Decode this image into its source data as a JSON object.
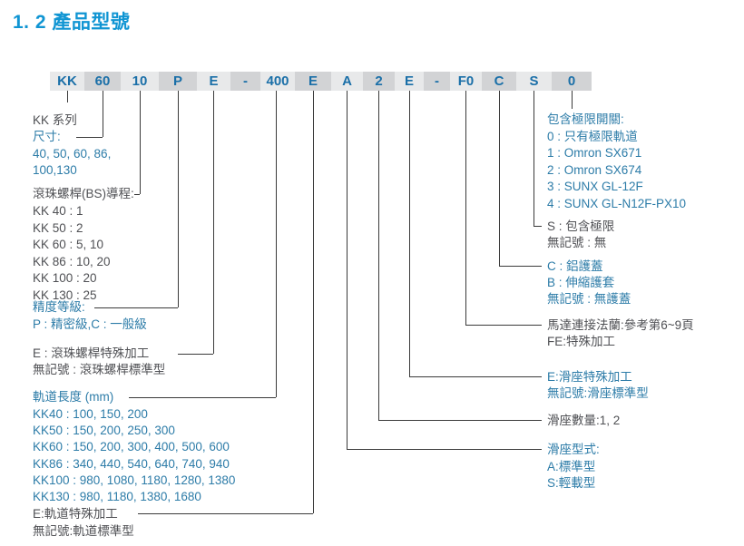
{
  "page_title": "1. 2 產品型號",
  "colors": {
    "title": "#1095d3",
    "code_text": "#1a6fa8",
    "blue_text": "#2d7ca8",
    "dark_text": "#4f5054",
    "cell_light": "#e8e9ea",
    "cell_dark": "#d2d3d5",
    "line": "#3a3a3a"
  },
  "model_code": {
    "segments": [
      {
        "text": "KK",
        "shade": "light"
      },
      {
        "text": "60",
        "shade": "dark"
      },
      {
        "text": "10",
        "shade": "light"
      },
      {
        "text": "P",
        "shade": "dark"
      },
      {
        "text": "E",
        "shade": "light"
      },
      {
        "text": "-",
        "shade": "dark"
      },
      {
        "text": "400",
        "shade": "light"
      },
      {
        "text": "E",
        "shade": "dark"
      },
      {
        "text": "A",
        "shade": "light"
      },
      {
        "text": "2",
        "shade": "dark"
      },
      {
        "text": "E",
        "shade": "light"
      },
      {
        "text": "-",
        "shade": "dark"
      },
      {
        "text": "F0",
        "shade": "light"
      },
      {
        "text": "C",
        "shade": "dark"
      },
      {
        "text": "S",
        "shade": "light"
      },
      {
        "text": "0",
        "shade": "dark"
      }
    ]
  },
  "annotations_left": [
    {
      "text": "KK 系列",
      "color": "dark"
    },
    {
      "text": "尺寸:",
      "color": "blue"
    },
    {
      "text": "40, 50, 60, 86,",
      "color": "blue"
    },
    {
      "text": "100,130",
      "color": "blue"
    },
    {
      "text": "滾珠螺桿(BS)導程:",
      "color": "dark"
    },
    {
      "text": "KK 40 : 1",
      "color": "dark"
    },
    {
      "text": "KK 50 : 2",
      "color": "dark"
    },
    {
      "text": "KK 60 : 5, 10",
      "color": "dark"
    },
    {
      "text": "KK 86 : 10, 20",
      "color": "dark"
    },
    {
      "text": "KK 100 : 20",
      "color": "dark"
    },
    {
      "text": "KK 130 : 25",
      "color": "dark"
    },
    {
      "text": "精度等級:",
      "color": "blue"
    },
    {
      "text": "P : 精密級,C : 一般級",
      "color": "blue"
    },
    {
      "text": "E : 滾珠螺桿特殊加工",
      "color": "dark"
    },
    {
      "text": "無記號 : 滾珠螺桿標準型",
      "color": "dark"
    },
    {
      "text": "軌道長度 (mm)",
      "color": "blue"
    },
    {
      "text": "KK40 : 100, 150, 200",
      "color": "blue"
    },
    {
      "text": "KK50 : 150, 200, 250, 300",
      "color": "blue"
    },
    {
      "text": "KK60 : 150, 200, 300, 400, 500, 600",
      "color": "blue"
    },
    {
      "text": "KK86 : 340, 440, 540, 640, 740, 940",
      "color": "blue"
    },
    {
      "text": "KK100 : 980, 1080, 1180, 1280, 1380",
      "color": "blue"
    },
    {
      "text": "KK130 : 980, 1180, 1380, 1680",
      "color": "blue"
    },
    {
      "text": "E:軌道特殊加工",
      "color": "dark"
    },
    {
      "text": "無記號:軌道標準型",
      "color": "dark"
    }
  ],
  "annotations_right": [
    {
      "text": "包含極限開關:",
      "color": "blue"
    },
    {
      "text": "0 : 只有極限軌道",
      "color": "blue"
    },
    {
      "text": "1 : Omron SX671",
      "color": "blue"
    },
    {
      "text": "2 : Omron SX674",
      "color": "blue"
    },
    {
      "text": "3 : SUNX GL-12F",
      "color": "blue"
    },
    {
      "text": "4 : SUNX GL-N12F-PX10",
      "color": "blue"
    },
    {
      "text": "S : 包含極限",
      "color": "dark"
    },
    {
      "text": "無記號 : 無",
      "color": "dark"
    },
    {
      "text": "C : 鋁護蓋",
      "color": "blue"
    },
    {
      "text": "B : 伸縮護套",
      "color": "blue"
    },
    {
      "text": "無記號 : 無護蓋",
      "color": "blue"
    },
    {
      "text": "馬達連接法蘭:參考第6~9頁",
      "color": "dark"
    },
    {
      "text": "FE:特殊加工",
      "color": "dark"
    },
    {
      "text": "E:滑座特殊加工",
      "color": "blue"
    },
    {
      "text": "無記號:滑座標準型",
      "color": "blue"
    },
    {
      "text": "滑座數量:1, 2",
      "color": "dark"
    },
    {
      "text": "滑座型式:",
      "color": "blue"
    },
    {
      "text": "A:標準型",
      "color": "blue"
    },
    {
      "text": "S:輕載型",
      "color": "blue"
    }
  ]
}
